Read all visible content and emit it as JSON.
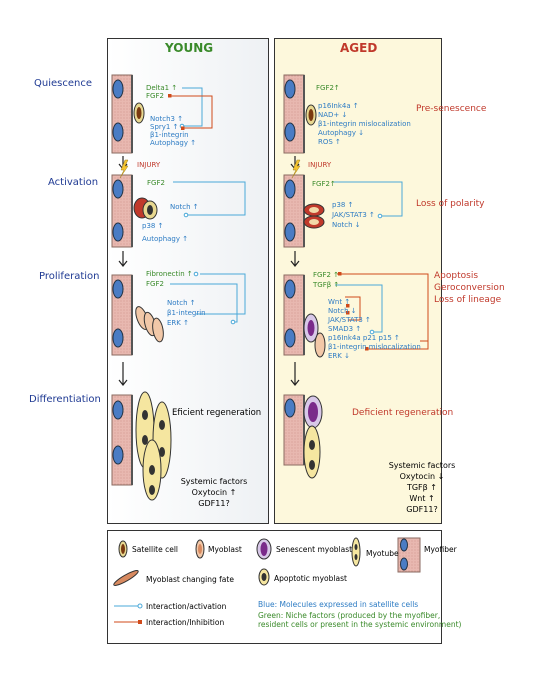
{
  "panels": {
    "young_title": "YOUNG",
    "aged_title": "AGED"
  },
  "stages": [
    "Quiescence",
    "Activation",
    "Proliferation",
    "Differentiation"
  ],
  "young": {
    "quiescence": [
      "Delta1 ↑",
      "FGF2",
      "Notch3 ↑",
      "Spry1 ↑",
      "β1-integrin",
      "Autophagy ↑"
    ],
    "injury": "INJURY",
    "activation": [
      "FGF2",
      "Notch ↑",
      "p38 ↑",
      "Autophagy ↑"
    ],
    "proliferation": [
      "Fibronectin ↑",
      "FGF2",
      "Notch ↑",
      "β1-integrin",
      "ERK ↑"
    ],
    "differentiation_outcome": "Eficient regeneration",
    "systemic": [
      "Systemic factors",
      "Oxytocin ↑",
      "GDF11?"
    ]
  },
  "aged": {
    "quiescence": [
      "FGF2↑",
      "p16Ink4a ↑",
      "NAD+ ↓",
      "β1-integrin mislocalization",
      "Autophagy ↓",
      "ROS ↑"
    ],
    "quiescence_outcome": "Pre-senescence",
    "injury": "INJURY",
    "activation": [
      "FGF2↑",
      "p38 ↑",
      "JAK/STAT3 ↑",
      "Notch ↓"
    ],
    "activation_outcome": "Loss of polarity",
    "proliferation": [
      "FGF2 ↑",
      "TGFβ ↑",
      "Wnt ↑",
      "Notch ↓",
      "JAK/STAT3 ↑",
      "SMAD3 ↑",
      "p16Ink4a p21 p15 ↑",
      "β1-integrin mislocalization",
      "ERK ↓"
    ],
    "proliferation_outcomes": [
      "Apoptosis",
      "Geroconversion",
      "Loss of lineage"
    ],
    "differentiation_outcome": "Deficient regeneration",
    "systemic": [
      "Systemic factors",
      "Oxytocin ↓",
      "TGFβ ↑",
      "Wnt ↑",
      "GDF11?"
    ]
  },
  "legend": {
    "satellite_cell": "Satellite cell",
    "myoblast": "Myoblast",
    "senescent_myoblast": "Senescent myoblast",
    "myotube": "Myotube",
    "myofiber": "Myofiber",
    "myoblast_changing_fate": "Myoblast changing fate",
    "apoptotic_myoblast": "Apoptotic myoblast",
    "interaction_activation": "Interaction/activation",
    "interaction_inhibition": "Interaction/Inhibition",
    "blue_note": "Blue: Molecules expressed in satellite cells",
    "green_note": [
      "Green: Niche factors (produced by the myofiber,",
      "resident cells or present in the systemic environment)"
    ]
  },
  "colors": {
    "blue_text": "#2e7cc4",
    "green_text": "#3a8a2a",
    "red_text": "#c0392b",
    "stage_text": "#1f3a93",
    "aged_bg": "#fdf8dc",
    "young_bg": "#f2f4f6"
  }
}
